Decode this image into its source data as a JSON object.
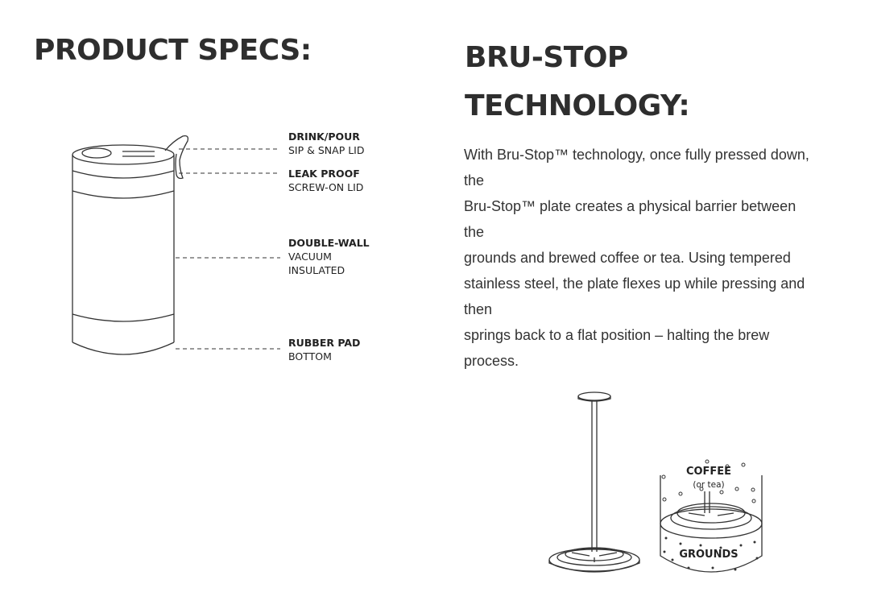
{
  "product_specs": {
    "title": "PRODUCT SPECS:",
    "labels": [
      {
        "bold": "DRINK/POUR",
        "lines": [
          "SIP & SNAP LID"
        ]
      },
      {
        "bold": "LEAK PROOF",
        "lines": [
          "SCREW-ON LID"
        ]
      },
      {
        "bold": "DOUBLE-WALL",
        "lines": [
          "VACUUM",
          "INSULATED"
        ]
      },
      {
        "bold": "RUBBER PAD",
        "lines": [
          "BOTTOM"
        ]
      }
    ]
  },
  "bru_stop": {
    "title_lines": [
      "BRU-STOP",
      "TECHNOLOGY:"
    ],
    "paragraph_lines": [
      "With Bru-Stop™ technology, once fully pressed down,",
      "the",
      "Bru-Stop™ plate creates a physical barrier between",
      "the",
      "grounds and brewed coffee or tea. Using tempered",
      "stainless steel, the plate flexes up while pressing and",
      "then",
      "springs back to a flat position – halting the brew",
      "process."
    ],
    "diagram": {
      "coffee": "COFFEE",
      "coffee_sub": "(or tea)",
      "grounds": "GROUNDS"
    }
  }
}
